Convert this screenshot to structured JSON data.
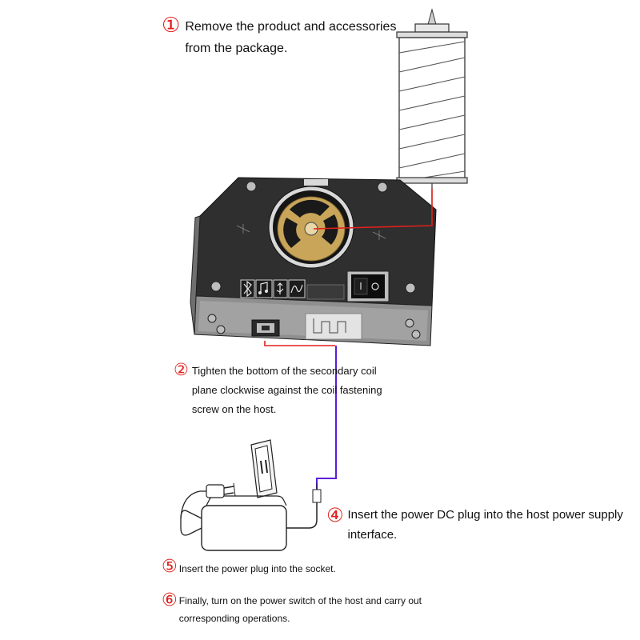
{
  "steps": [
    {
      "number": "①",
      "text_lines": [
        "Remove the product and accessories",
        "from the package."
      ]
    },
    {
      "number": "②",
      "text_lines": [
        "Tighten the bottom of the secondary coil",
        "plane clockwise against the coil fastening",
        "screw on the host."
      ]
    },
    {
      "number": "④",
      "text_lines": [
        "Insert the power DC plug into the host power supply",
        "interface."
      ]
    },
    {
      "number": "⑤",
      "text_lines": [
        "Insert the power plug into the socket."
      ]
    },
    {
      "number": "⑥",
      "text_lines": [
        "Finally, turn on the power switch of the host and carry out",
        "corresponding operations."
      ]
    }
  ],
  "colors": {
    "step_number": "#e0201c",
    "guide_line": "#e0201c",
    "cable": "#5a1fd6",
    "housing": "#2b2b2b",
    "speaker_cone": "#c9a55a",
    "adapter": "#ffffff"
  },
  "icons": [
    "bluetooth-icon",
    "music-hd-icon",
    "usb-icon",
    "audio-wave-icon",
    "rocker-switch-icon"
  ]
}
